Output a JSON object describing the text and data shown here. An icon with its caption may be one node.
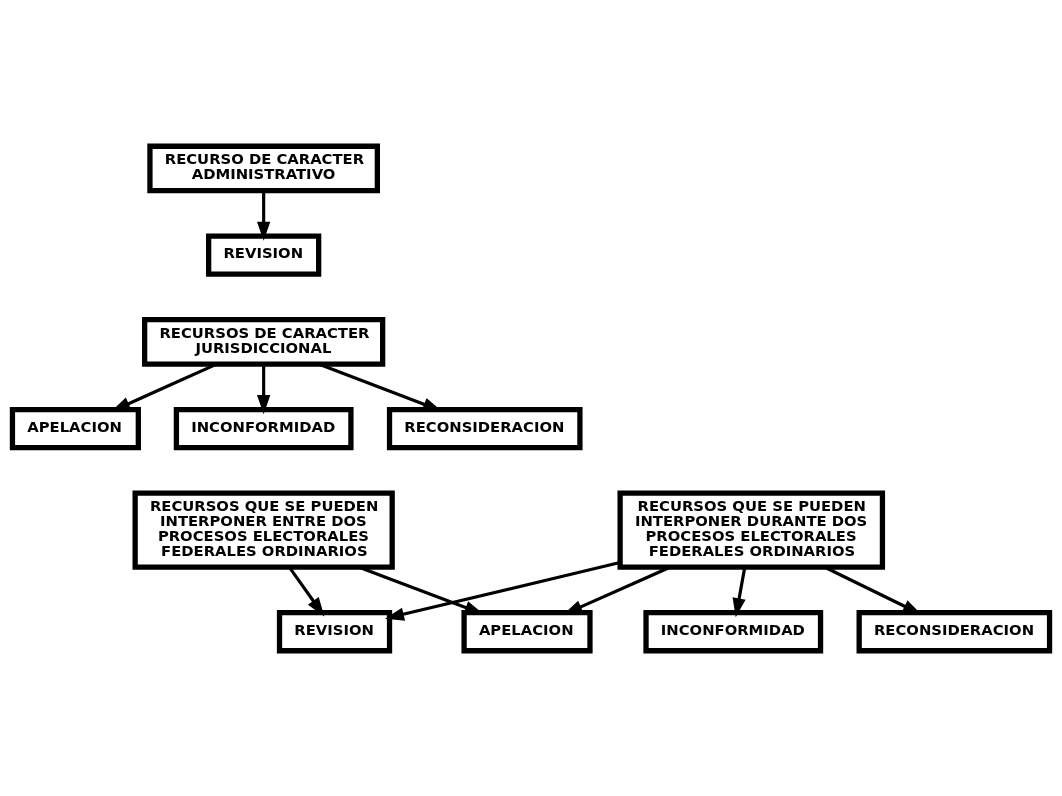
{
  "diagram": {
    "nodes": [
      {
        "text": [
          "RECURSO DE CARACTER ADMINISTRATIVO"
        ]
      },
      {
        "text": [
          "REVISION"
        ]
      },
      {
        "text": [
          "RECURSOS DE CARACTER JURISDICCIONAL"
        ]
      },
      {
        "text": [
          "APELACION"
        ]
      },
      {
        "text": [
          "INCONFORMIDAD"
        ]
      },
      {
        "text": [
          "RECONSIDERACION"
        ]
      },
      {
        "text": [
          "RECURSOS QUE SE PUEDEN INTERPONER ENTRE DOS PROCESOS ELECTORALES FEDERALES ORDINARIOS"
        ]
      },
      {
        "text": [
          "REVISION"
        ]
      },
      {
        "text": [
          "APELACION"
        ]
      },
      {
        "text": [
          "INCONFORMIDAD"
        ]
      },
      {
        "text": [
          "RECONSIDERACION"
        ]
      },
      {
        "text": [
          "RECURSOS QUE SE PUEDEN INTERPONER DURANTE DOS PROCESOS ELECTORALES FEDERALES ORDINARIOS"
        ]
      }
    ],
    "edges": [
      {
        "from": 0,
        "to": 1,
        "arrow": "to"
      },
      {
        "from": 2,
        "to": 3,
        "arrow": "to"
      },
      {
        "from": 2,
        "to": 4,
        "arrow": "to"
      },
      {
        "from": 2,
        "to": 5,
        "arrow": "to"
      },
      {
        "from": 6,
        "to": 7,
        "arrow": "to"
      },
      {
        "from": 6,
        "to": 8,
        "arrow": "to"
      },
      {
        "from": 11,
        "to": 7,
        "arrow": "to"
      },
      {
        "from": 11,
        "to": 8,
        "arrow": "to"
      },
      {
        "from": 11,
        "to": 9,
        "arrow": "to"
      },
      {
        "from": 11,
        "to": 10,
        "arrow": "to"
      }
    ]
  }
}
